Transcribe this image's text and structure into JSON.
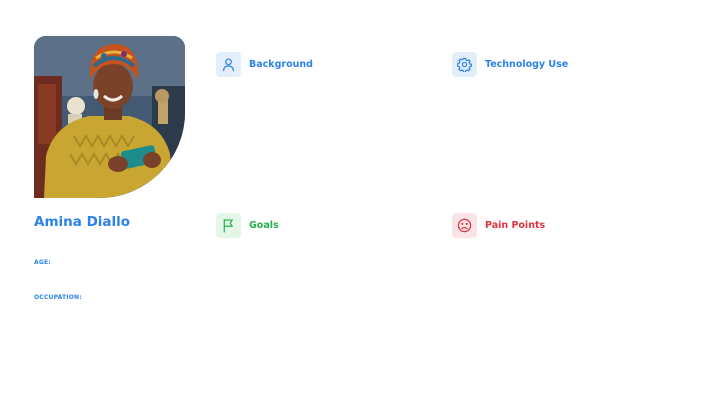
{
  "persona": {
    "name": "Amina Diallo",
    "age_label": "AGE:",
    "occupation_label": "OCCUPATION:",
    "photo": "woman-using-smartphone-photo"
  },
  "sections": {
    "background": {
      "title": "Background",
      "icon": "user-icon",
      "color": "#2b83ea"
    },
    "technology_use": {
      "title": "Technology Use",
      "icon": "gear-icon",
      "color": "#2b83ea"
    },
    "goals": {
      "title": "Goals",
      "icon": "flag-icon",
      "color": "#22b14c"
    },
    "pain_points": {
      "title": "Pain Points",
      "icon": "sad-face-icon",
      "color": "#e0323f"
    }
  }
}
